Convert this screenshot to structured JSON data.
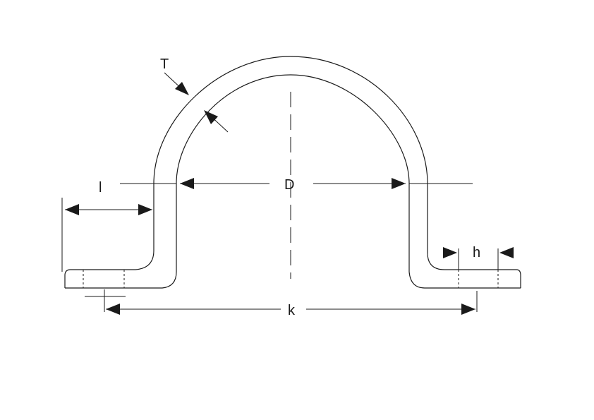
{
  "labels": {
    "thickness": "T",
    "leg_length": "l",
    "diameter": "D",
    "hole_distance": "k",
    "hole_diameter": "h"
  }
}
